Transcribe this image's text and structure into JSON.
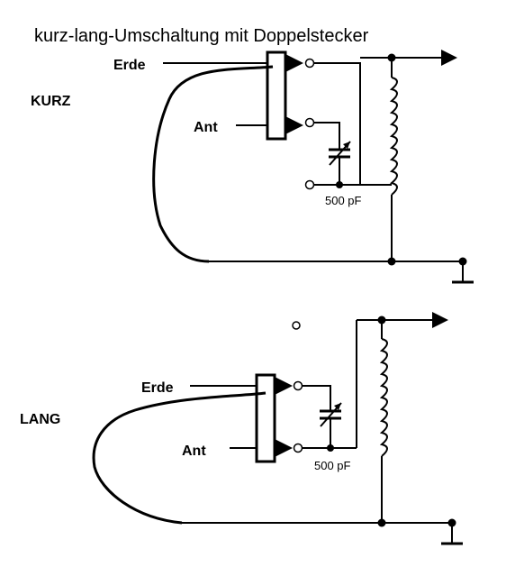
{
  "title": "kurz-lang-Umschaltung mit Doppelstecker",
  "top": {
    "mode_label": "KURZ",
    "erde_label": "Erde",
    "ant_label": "Ant",
    "cap_label": "500 pF"
  },
  "bottom": {
    "mode_label": "LANG",
    "erde_label": "Erde",
    "ant_label": "Ant",
    "cap_label": "500 pF"
  }
}
